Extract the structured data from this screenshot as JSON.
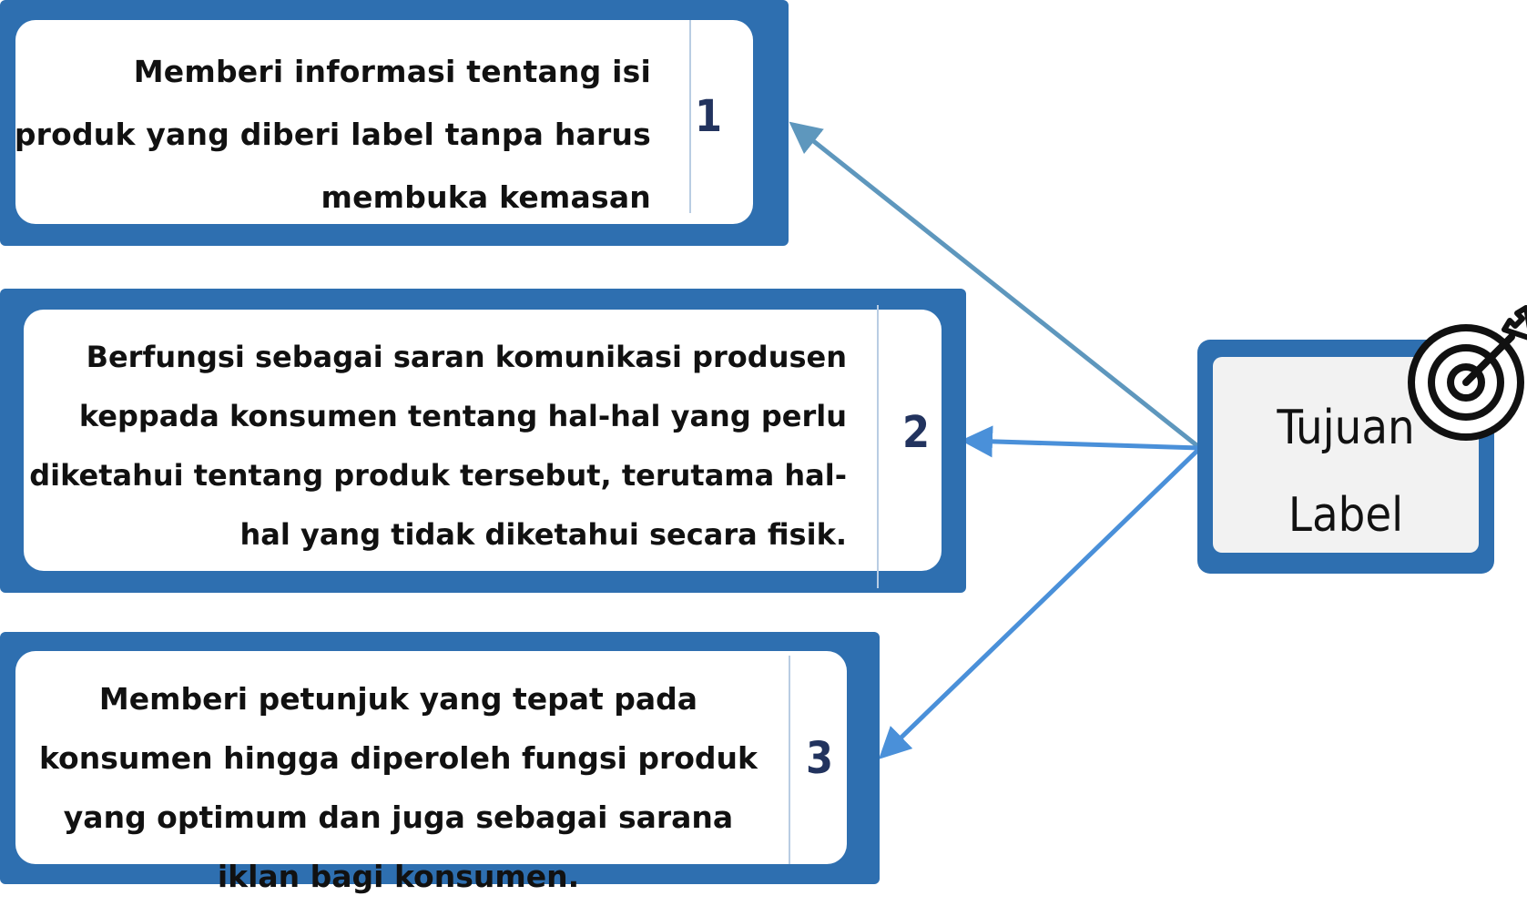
{
  "center": {
    "title_line1": "Tujuan",
    "title_line2": "Label",
    "icon": "target-icon"
  },
  "items": [
    {
      "number": "1",
      "text": "Memberi informasi tentang isi produk yang diberi label tanpa harus membuka kemasan"
    },
    {
      "number": "2",
      "text": "Berfungsi sebagai saran komunikasi produsen keppada konsumen tentang hal-hal yang perlu diketahui tentang produk tersebut, terutama hal-hal yang tidak diketahui secara fisik."
    },
    {
      "number": "3",
      "text": "Memberi petunjuk yang tepat pada konsumen hingga diperoleh fungsi produk yang optimum dan juga sebagai sarana iklan bagi konsumen."
    }
  ],
  "colors": {
    "card_border": "#2e6fb0",
    "number": "#22335e",
    "arrow_1": "#5e97bd",
    "arrow_2": "#4a90d9",
    "arrow_3": "#4a90d9"
  }
}
